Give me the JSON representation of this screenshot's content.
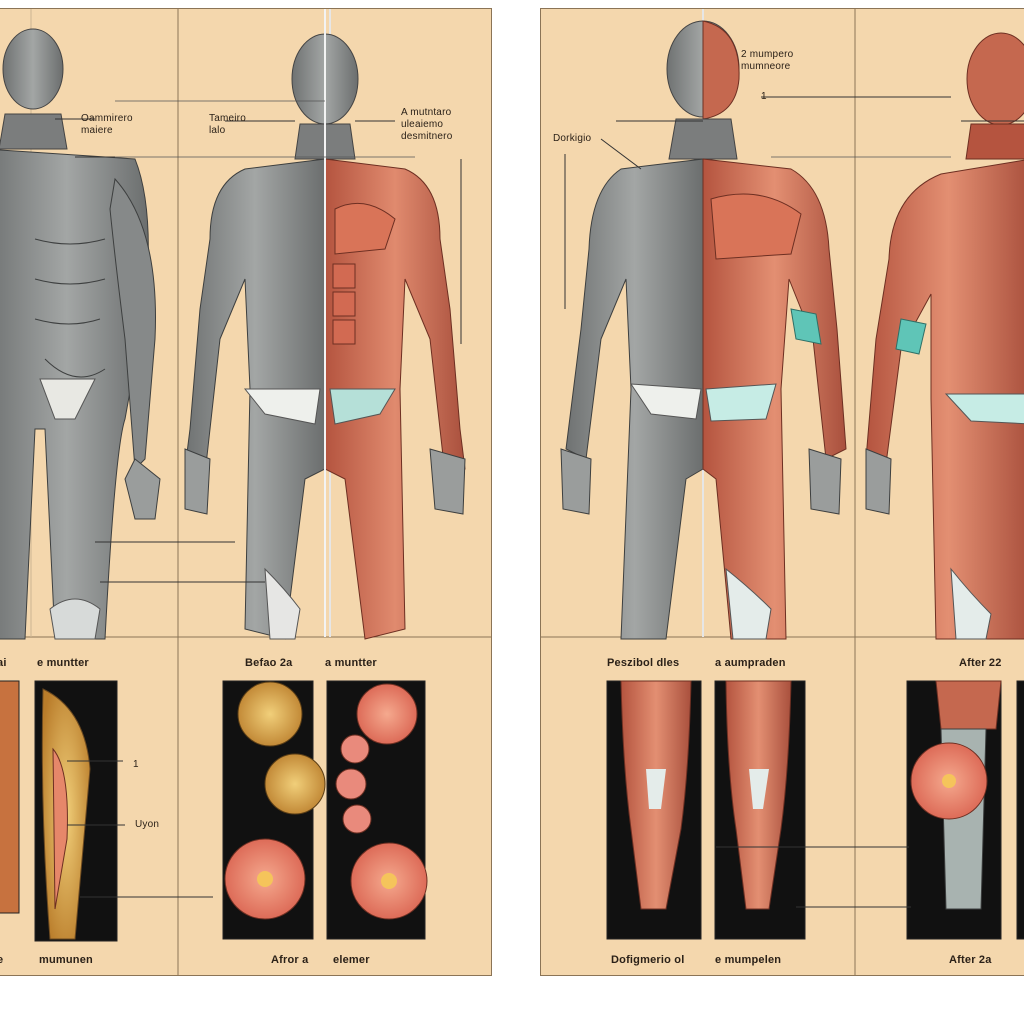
{
  "colors": {
    "paper": "#f4d7ad",
    "frame": "#8b7456",
    "skin_gray": "#8a8c8c",
    "muscle_red": "#c8644e",
    "tendon": "#e9f0ee",
    "cyan_accent": "#5fc5b7",
    "panel_black": "#111111",
    "fat_yellow": "#d9a74a"
  },
  "left_plate": {
    "labels": {
      "top_left": "Oammirero\nmaiere",
      "top_mid": "Tameiro\nlalo",
      "top_right": "A mutntaro\nuleaiemo\ndesmitnero",
      "bottom_left_tag": "e muntter",
      "left_edge_tag": "ai",
      "mid_header": "Befao 2a",
      "mid_header_tag": "a muntter",
      "number_marker": "1",
      "side_label": "Uyon",
      "footer_left_edge": "e",
      "footer_left": "mumunen",
      "footer_right": "Afror a",
      "footer_right_tag": "elemer"
    }
  },
  "right_plate": {
    "labels": {
      "top_center": "2 mumpero\nmumneore",
      "marker_1": "1",
      "left_label": "Dorkigio",
      "bottom_left_header": "Peszibol dles",
      "bottom_mid_header": "a aumpraden",
      "bottom_right_header": "After 22",
      "footer_left": "Dofigmerio ol",
      "footer_mid": "e mumpelen",
      "footer_right": "After 2a"
    }
  }
}
